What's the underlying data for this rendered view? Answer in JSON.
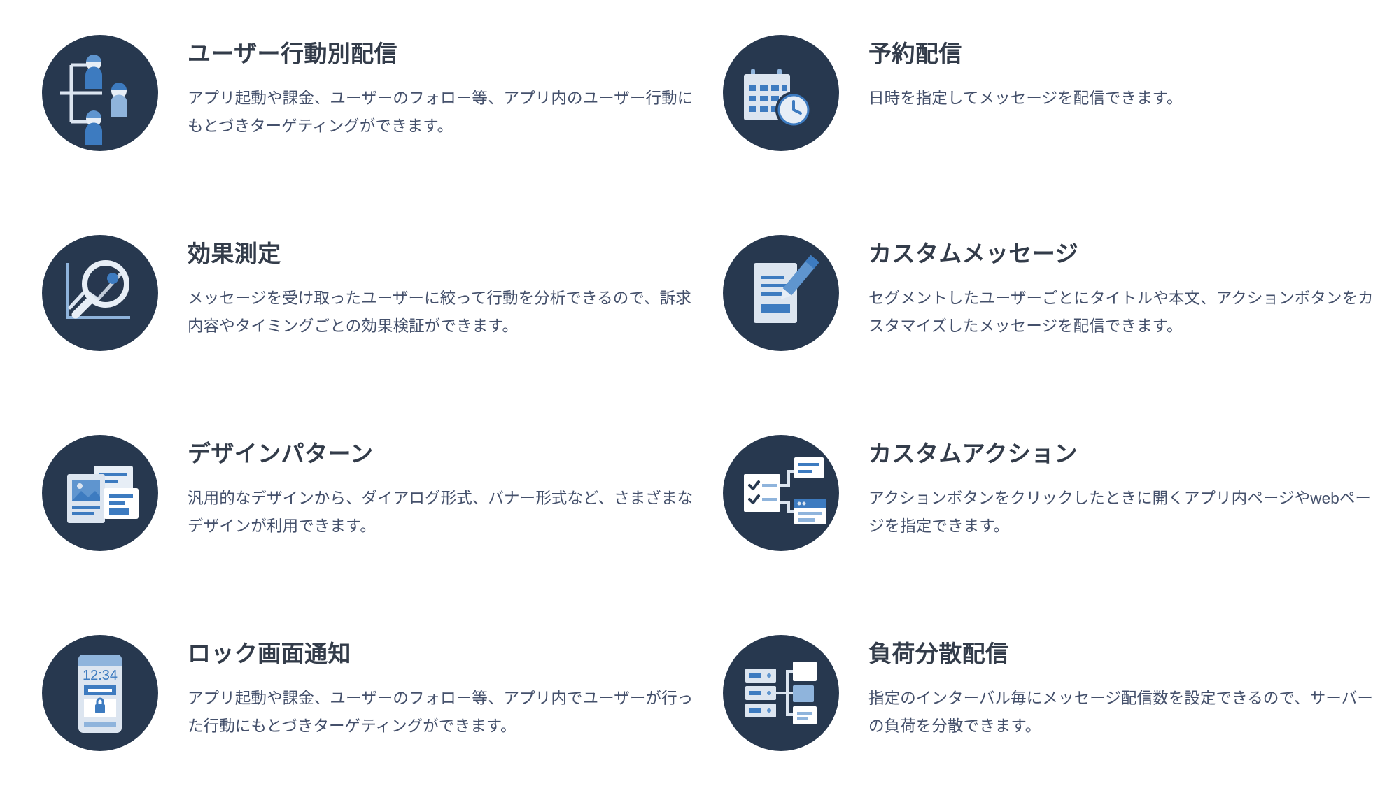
{
  "theme": {
    "background": "#ffffff",
    "icon_badge_color": "#27384f",
    "title_color": "#333c4a",
    "body_color": "#44506b",
    "accent_blue": "#3d7bc0",
    "light_blue": "#8fb4dc",
    "pale": "#dce5f0"
  },
  "features": [
    {
      "icon": "user-behavior-targeting-icon",
      "title": "ユーザー行動別配信",
      "description": "アプリ起動や課金、ユーザーのフォロー等、アプリ内のユーザー行動にもとづきターゲティングができます。"
    },
    {
      "icon": "scheduled-delivery-calendar-clock-icon",
      "title": "予約配信",
      "description": "日時を指定してメッセージを配信できます。"
    },
    {
      "icon": "effect-measurement-magnifier-chart-icon",
      "title": "効果測定",
      "description": "メッセージを受け取ったユーザーに絞って行動を分析できるので、訴求内容やタイミングごとの効果検証ができます。"
    },
    {
      "icon": "custom-message-pencil-document-icon",
      "title": "カスタムメッセージ",
      "description": "セグメントしたユーザーごとにタイトルや本文、アクションボタンをカスタマイズしたメッセージを配信できます。"
    },
    {
      "icon": "design-pattern-cards-icon",
      "title": "デザインパターン",
      "description": "汎用的なデザインから、ダイアログ形式、バナー形式など、さまざまなデザインが利用できます。"
    },
    {
      "icon": "custom-action-checklist-flow-icon",
      "title": "カスタムアクション",
      "description": "アクションボタンをクリックしたときに開くアプリ内ページやwebページを指定できます。"
    },
    {
      "icon": "lock-screen-phone-icon",
      "title": "ロック画面通知",
      "description": "アプリ起動や課金、ユーザーのフォロー等、アプリ内でユーザーが行った行動にもとづきターゲティングができます。",
      "icon_text": "12:34"
    },
    {
      "icon": "load-balancing-server-icon",
      "title": "負荷分散配信",
      "description": "指定のインターバル毎にメッセージ配信数を設定できるので、サーバーの負荷を分散できます。"
    }
  ]
}
